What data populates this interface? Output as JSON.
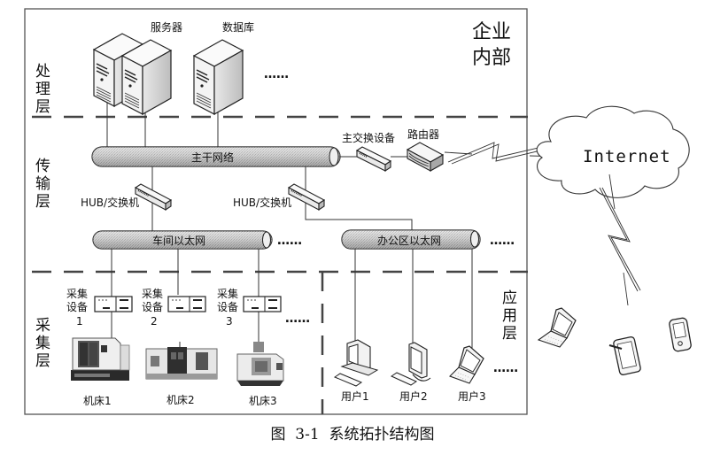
{
  "enterprise_label": [
    "企业",
    "内部"
  ],
  "layers": {
    "processing": [
      "处",
      "理",
      "层"
    ],
    "transport": [
      "传",
      "输",
      "层"
    ],
    "collection": [
      "采",
      "集",
      "层"
    ],
    "application": [
      "应",
      "用",
      "层"
    ]
  },
  "servers": {
    "server_label": "服务器",
    "database_label": "数据库",
    "more": "……"
  },
  "backbone": {
    "label": "主干网络",
    "main_switch_label": "主交换设备",
    "router_label": "路由器"
  },
  "hubs": [
    {
      "label": "HUB/交换机"
    },
    {
      "label": "HUB/交换机"
    }
  ],
  "ethernets": {
    "workshop": {
      "label": "车间以太网",
      "more": "……"
    },
    "office": {
      "label": "办公区以太网",
      "more": "……"
    }
  },
  "collectors": [
    {
      "line1": "采集",
      "line2": "设备",
      "num": "1"
    },
    {
      "line1": "采集",
      "line2": "设备",
      "num": "2"
    },
    {
      "line1": "采集",
      "line2": "设备",
      "num": "3"
    }
  ],
  "collectors_more": "……",
  "machines": [
    {
      "label": "机床1"
    },
    {
      "label": "机床2"
    },
    {
      "label": "机床3"
    }
  ],
  "users": [
    {
      "label": "用户1",
      "type": "desktop"
    },
    {
      "label": "用户2",
      "type": "monitor"
    },
    {
      "label": "用户3",
      "type": "laptop"
    }
  ],
  "users_more": "……",
  "internet": {
    "label": "Internet"
  },
  "mobile_devices": [
    "laptop",
    "tablet",
    "pda"
  ],
  "caption": "图  3-1  系统拓扑结构图"
}
